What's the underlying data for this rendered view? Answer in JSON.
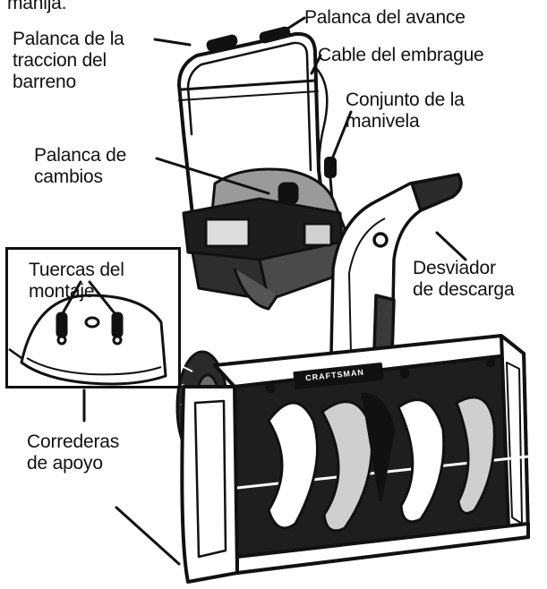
{
  "header_fragment": "manija.",
  "labels": {
    "palanca_avance": "Palanca del avance",
    "palanca_traccion": [
      "Palanca de la",
      "traccion del",
      "barreno"
    ],
    "cable_embrague": "Cable del embrague",
    "conjunto_manivela": [
      "Conjunto de la",
      "manivela"
    ],
    "palanca_cambios": [
      "Palanca de",
      "cambios"
    ],
    "tuercas_montaje": [
      "Tuercas del",
      "montaje"
    ],
    "desviador_descarga": [
      "Desviador",
      "de descarga"
    ],
    "correderas_apoyo": [
      "Correderas",
      "de apoyo"
    ],
    "brand_plate": "CRAFTSMAN"
  },
  "colors": {
    "ink": "#111111",
    "paper": "#ffffff",
    "shade": "#2a2a2a",
    "mid": "#8a8a8a"
  }
}
